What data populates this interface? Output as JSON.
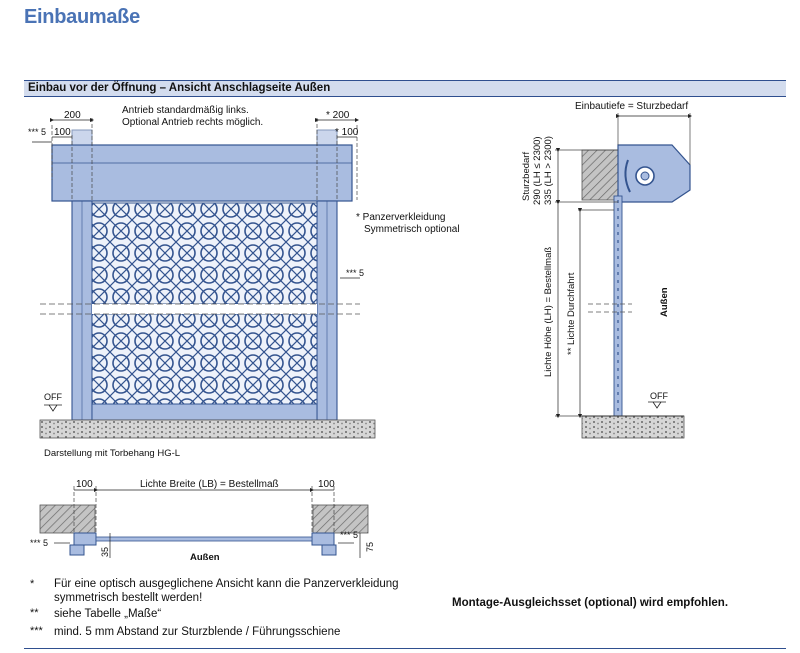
{
  "page": {
    "title": "Einbaumaße",
    "section_title": "Einbau vor der Öffnung – Ansicht Anschlagseite Außen"
  },
  "front_view": {
    "dim_200_left": "200",
    "dim_200_right": "* 200",
    "dim_100_left": "100",
    "dim_100_right": "* 100",
    "dim_5_left": "*** 5",
    "dim_5_right": "*** 5",
    "note_drive_line1": "Antrieb standardmäßig links.",
    "note_drive_line2": "Optional Antrieb rechts möglich.",
    "note_panel_line1": "* Panzerverkleidung",
    "note_panel_line2": "Symmetrisch optional",
    "off_label": "OFF",
    "caption": "Darstellung mit Torbehang HG-L"
  },
  "side_view": {
    "einbautiefe": "Einbautiefe = Sturzbedarf",
    "sturzbedarf_line1": "Sturzbedarf",
    "sturzbedarf_line2": "290 (LH ≤ 2300)",
    "sturzbedarf_line3": "335 (LH > 2300)",
    "lichte_hoehe": "Lichte Höhe (LH) = Bestellmaß",
    "lichte_durchfahrt": "** Lichte Durchfahrt",
    "aussen": "Außen",
    "off_label": "OFF"
  },
  "top_view": {
    "dim_100_left": "100",
    "dim_100_right": "100",
    "lichte_breite": "Lichte Breite (LB) = Bestellmaß",
    "dim_5_left": "*** 5",
    "dim_5_right": "*** 5",
    "dim_35": "35",
    "dim_75": "75",
    "aussen": "Außen"
  },
  "footnotes": [
    {
      "mark": "*",
      "line1": "Für eine optisch ausgeglichene Ansicht kann die Panzerverkleidung",
      "line2": "symmetrisch bestellt werden!"
    },
    {
      "mark": "**",
      "line1": "siehe Tabelle „Maße“",
      "line2": ""
    },
    {
      "mark": "***",
      "line1": "mind. 5 mm Abstand zur Sturzblende / Führungsschiene",
      "line2": ""
    }
  ],
  "recommendation": "Montage-Ausgleichsset (optional) wird empfohlen.",
  "colors": {
    "accent": "#4a73b5",
    "section_bg": "#d3dcee",
    "drawing_blue": "#a9bce0",
    "drawing_stroke": "#34548f",
    "wall_gray": "#bdbdbd"
  }
}
